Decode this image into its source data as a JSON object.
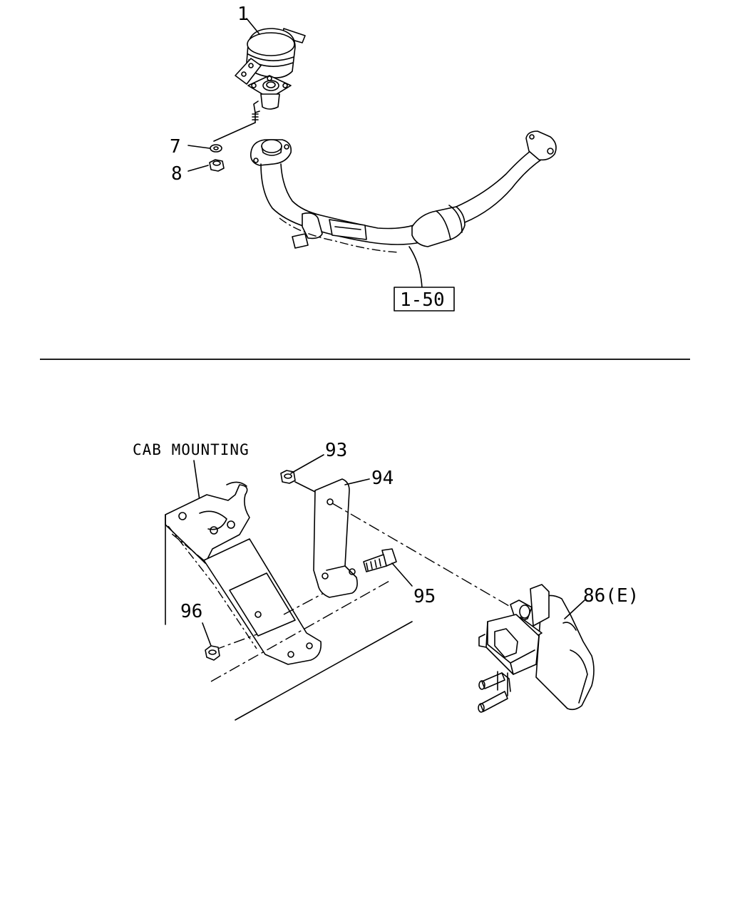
{
  "top_section": {
    "labels": {
      "valve": "1",
      "washer": "7",
      "nut": "8",
      "pipe_ref": "1-50"
    }
  },
  "bottom_section": {
    "cab_mounting": "CAB MOUNTING",
    "labels": {
      "nut_93": "93",
      "bracket_94": "94",
      "bolt_95": "95",
      "nut_96": "96",
      "unit_86": "86(E)"
    }
  }
}
